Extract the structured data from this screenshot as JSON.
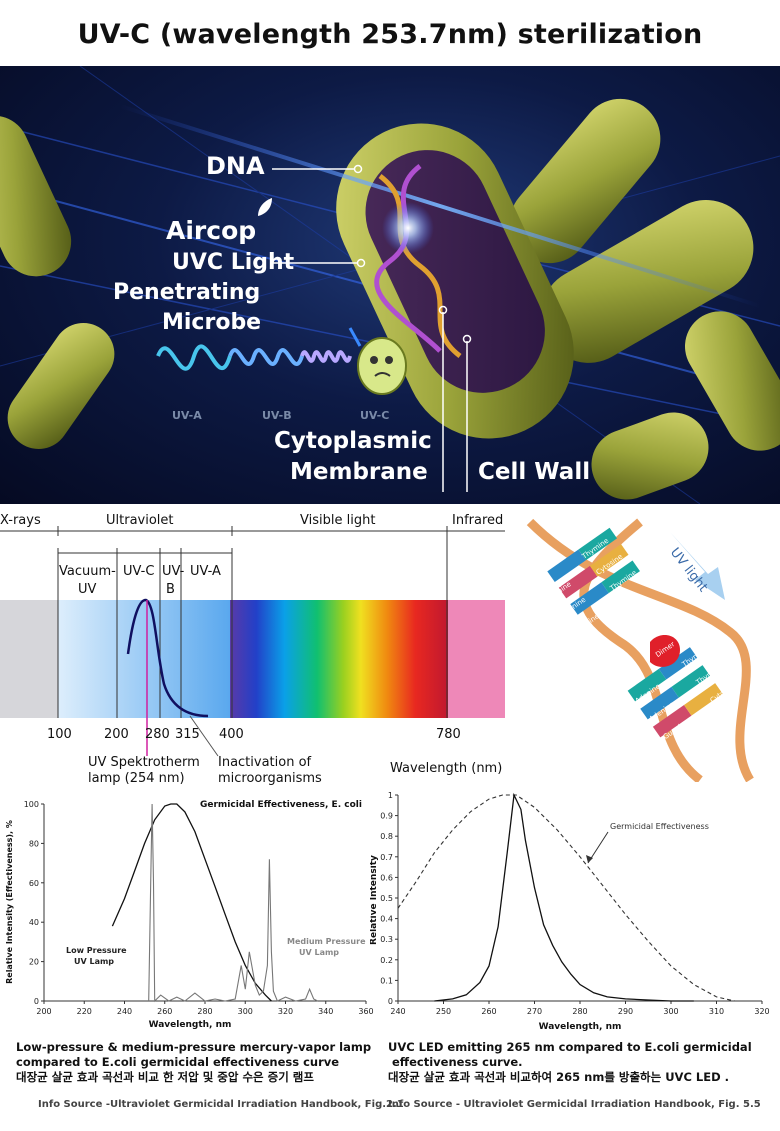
{
  "title": "UV-C (wavelength 253.7nm) sterilization mechanism",
  "hero": {
    "dna_label": "DNA",
    "brand": "Aircop",
    "line1": "UVC Light",
    "line2": "Penetrating",
    "line3": "Microbe",
    "uv_a": "UV-A",
    "uv_b": "UV-B",
    "uv_c": "UV-C",
    "membrane1": "Cytoplasmic",
    "membrane2": "Membrane",
    "cell_wall": "Cell Wall"
  },
  "spectrum": {
    "xrays": "X-rays",
    "ultraviolet": "Ultraviolet",
    "visible": "Visible light",
    "infrared": "Infrared",
    "vacuum1": "Vacuum-",
    "vacuum2": "UV",
    "uvc": "UV-C",
    "uvb1": "UV-",
    "uvb2": "B",
    "uva": "UV-A",
    "ticks": [
      "100",
      "200",
      "280",
      "315",
      "400",
      "780"
    ],
    "lamp1": "UV Spektrotherm",
    "lamp2": "lamp (254 nm)",
    "inact1": "Inactivation of",
    "inact2": "microorganisms",
    "wavelength": "Wavelength (nm)"
  },
  "dna_diagram": {
    "uv_light": "UV light",
    "left_bases": [
      "Adenine",
      "Guanine",
      "Adenine",
      "Adenine",
      "Adenine",
      "Guanine"
    ],
    "right_bases": [
      "Thymine",
      "Cytosine",
      "Thymine",
      "Thymine",
      "Thymine",
      "Cytosine"
    ],
    "dimer": "Dimer"
  },
  "chart_data": [
    {
      "type": "line",
      "title": "Germicidal Effectiveness, E. coli",
      "xlabel": "Wavelength, nm",
      "ylabel": "Relative Intensity (Effectiveness), %",
      "xlim": [
        200,
        360
      ],
      "ylim": [
        0,
        100
      ],
      "x_ticks": [
        "200",
        "220",
        "240",
        "260",
        "280",
        "300",
        "320",
        "340",
        "360"
      ],
      "y_ticks": [
        "0",
        "20",
        "40",
        "60",
        "80",
        "100"
      ],
      "annotations": [
        "Low Pressure",
        "UV Lamp",
        "Medium Pressure",
        "UV Lamp"
      ],
      "series": [
        {
          "x": [
            234,
            240,
            245,
            250,
            255,
            260,
            263,
            266,
            270,
            275,
            280,
            285,
            290,
            295,
            300,
            305,
            310,
            313
          ],
          "y": [
            38,
            52,
            66,
            80,
            92,
            99,
            100,
            100,
            96,
            86,
            72,
            58,
            44,
            30,
            18,
            9,
            3,
            0
          ]
        },
        {
          "x": [
            252,
            253,
            253.7,
            254.4,
            255,
            258,
            262,
            266,
            270,
            275,
            280,
            285,
            290,
            295,
            298,
            300,
            302,
            305,
            307,
            309,
            311,
            312,
            313,
            314,
            316,
            320,
            325,
            330,
            332,
            334,
            336
          ],
          "y": [
            0,
            60,
            100,
            60,
            0,
            3,
            0,
            2,
            0,
            4,
            0,
            1,
            0,
            1,
            18,
            6,
            25,
            8,
            3,
            5,
            18,
            72,
            25,
            5,
            0,
            2,
            0,
            1,
            6,
            1,
            0
          ]
        }
      ]
    },
    {
      "type": "line",
      "xlabel": "Wavelength, nm",
      "ylabel": "Relative Intensity",
      "xlim": [
        240,
        320
      ],
      "ylim": [
        0,
        1
      ],
      "x_ticks": [
        "240",
        "250",
        "260",
        "270",
        "280",
        "290",
        "300",
        "310",
        "320"
      ],
      "y_ticks": [
        "0",
        "0.1",
        "0.2",
        "0.3",
        "0.4",
        "0.5",
        "0.6",
        "0.7",
        "0.8",
        "0.9",
        "1"
      ],
      "annotations": [
        "Germicidal Effectiveness"
      ],
      "series": [
        {
          "x": [
            240,
            244,
            248,
            252,
            256,
            260,
            263,
            266,
            270,
            275,
            280,
            285,
            290,
            295,
            300,
            305,
            310,
            314
          ],
          "y": [
            0.45,
            0.58,
            0.72,
            0.83,
            0.92,
            0.98,
            1,
            1,
            0.94,
            0.83,
            0.7,
            0.56,
            0.42,
            0.29,
            0.17,
            0.08,
            0.02,
            0
          ]
        },
        {
          "x": [
            248,
            252,
            255,
            258,
            260,
            262,
            264,
            265.5,
            267,
            268,
            270,
            272,
            274,
            276,
            278,
            280,
            283,
            286,
            290,
            295,
            300,
            305
          ],
          "y": [
            0,
            0.01,
            0.03,
            0.09,
            0.17,
            0.36,
            0.72,
            1,
            0.93,
            0.78,
            0.55,
            0.37,
            0.27,
            0.19,
            0.13,
            0.08,
            0.04,
            0.02,
            0.01,
            0.005,
            0,
            0
          ]
        }
      ]
    }
  ],
  "captions": {
    "left1": "Low-pressure & medium-pressure mercury-vapor lamp",
    "left2": "compared to E.coli germicidal effectiveness curve",
    "left3": "대장균 살균 효과 곡선과 비교 한 저압 및 중압 수은 증기 램프",
    "left_source": "Info Source -Ultraviolet Germicidal Irradiation Handbook, Fig.2.1",
    "right1": "UVC LED emitting 265 nm compared to E.coli germicidal",
    "right2": " effectiveness curve.",
    "right3": "대장균 살균 효과 곡선과 비교하여 265 nm를 방출하는 UVC LED .",
    "right_source": "Info Source - Ultraviolet Germicidal Irradiation Handbook, Fig. 5.5"
  }
}
